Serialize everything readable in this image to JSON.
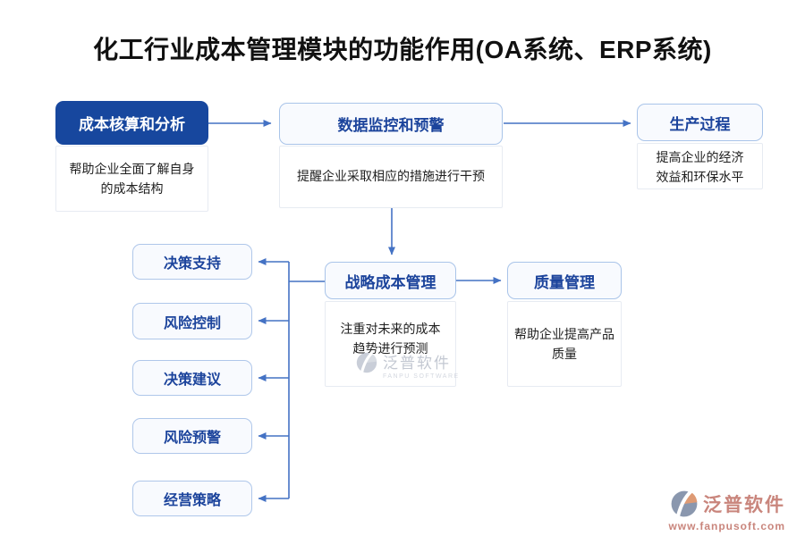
{
  "title": "化工行业成本管理模块的功能作用(OA系统、ERP系统)",
  "flow": {
    "cost_accounting": {
      "label": "成本核算和分析",
      "desc": "帮助企业全面了解自身\n的成本结构"
    },
    "data_monitoring": {
      "label": "数据监控和预警",
      "desc": "提醒企业采取相应的措施进行干预"
    },
    "production": {
      "label": "生产过程",
      "desc": "提高企业的经济\n效益和环保水平"
    },
    "strategic_cost": {
      "label": "战略成本管理",
      "desc": "注重对未来的成本\n趋势进行预测"
    },
    "quality": {
      "label": "质量管理",
      "desc": "帮助企业提高产品\n质量"
    },
    "outputs": [
      {
        "label": "决策支持"
      },
      {
        "label": "风险控制"
      },
      {
        "label": "决策建议"
      },
      {
        "label": "风险预警"
      },
      {
        "label": "经营策略"
      }
    ]
  },
  "watermarks": {
    "center": {
      "name": "泛普软件",
      "sub": "FANPU SOFTWARE"
    },
    "corner": {
      "name": "泛普软件",
      "url": "www.fanpusoft.com"
    }
  },
  "colors": {
    "primary_fill": "#17479E",
    "header_text": "#1C449C",
    "arrow": "#4472C4",
    "watermark_salmon": "#C9857C",
    "logo_orange": "#DE9A74",
    "logo_slate": "#8A97AE"
  }
}
